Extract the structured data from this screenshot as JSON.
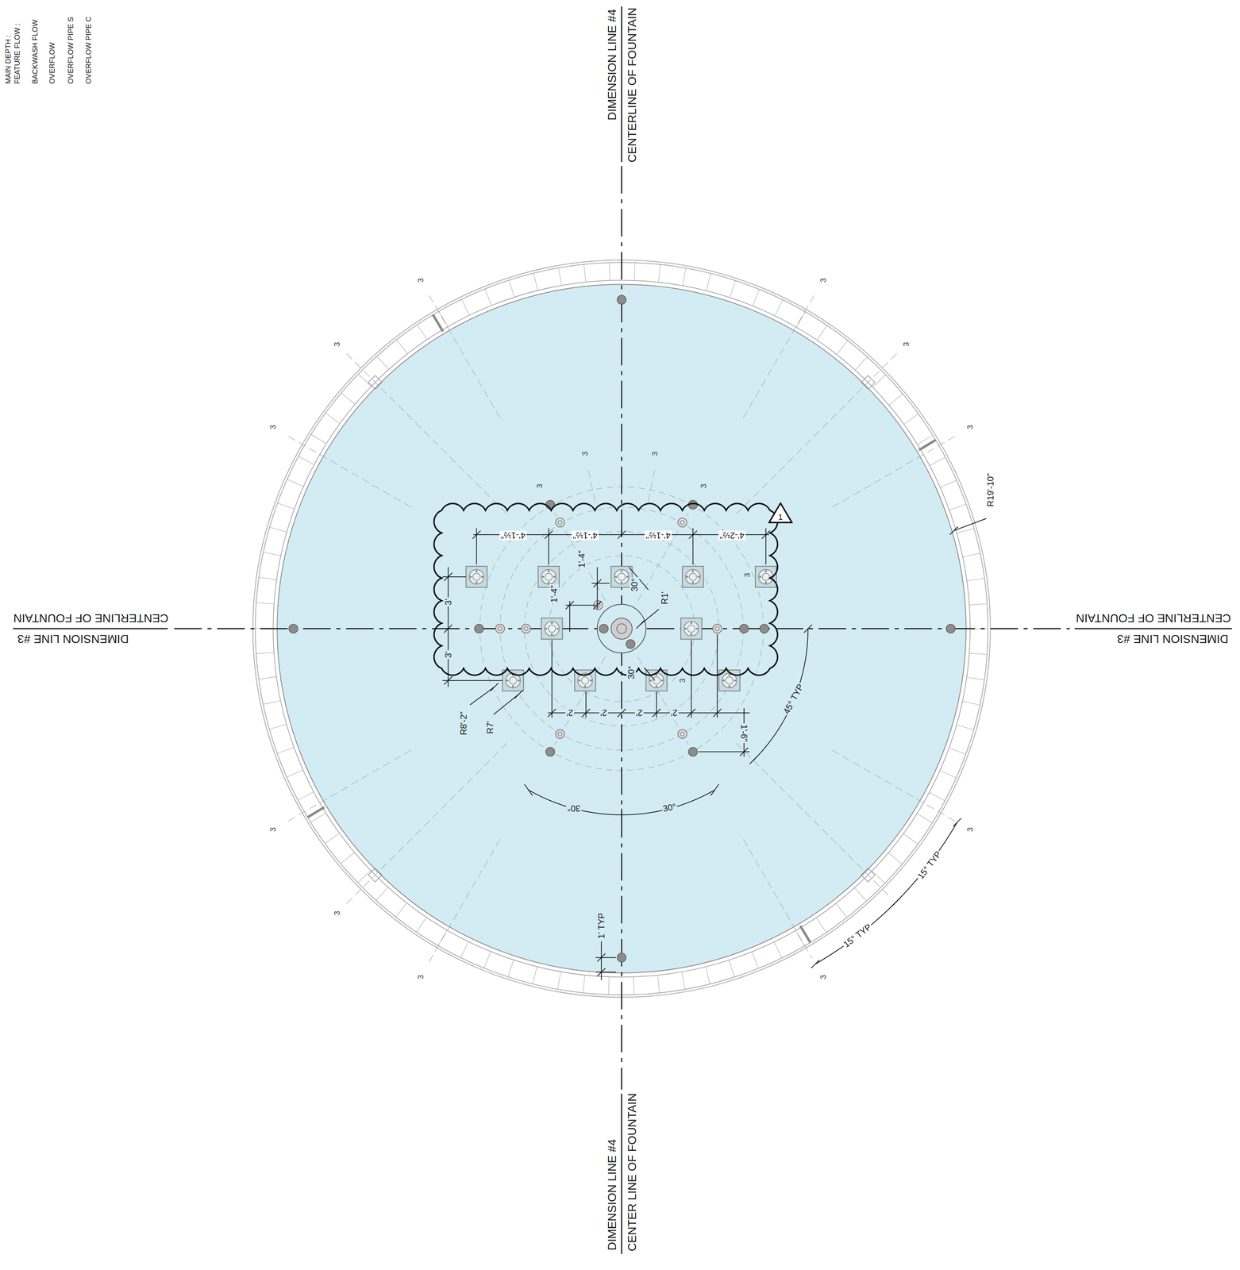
{
  "diagram": {
    "nodes": [
      {
        "text": [
          "1"
        ]
      }
    ],
    "labels": [
      "MAIN DEPTH :",
      "FEATURE FLOW :",
      "BACKWASH FLOW",
      "OVERFLOW",
      "OVERFLOW PIPE S",
      "OVERFLOW PIPE C",
      "DIMENSION LINE #4",
      "CENTERLINE OF FOUNTAIN",
      "CENTERLINE OF FOUNTAIN",
      "DIMENSION LINE #3",
      "CENTERLINE OF FOUNTAIN",
      "DIMENSION LINE #3",
      "DIMENSION LINE #4",
      "CENTER LINE OF FOUNTAIN",
      "R19'-10\"",
      "4'-1½\"",
      "4'-1½\"",
      "4'-1½\"",
      "4'-2½\"",
      "1'-4\"",
      "1'-4\"",
      "30°",
      "R1'",
      "3'",
      "3'",
      "30°",
      "R8'-2\"",
      "R7'",
      "2'",
      "2'",
      "2'",
      "2'",
      "1'-6\"",
      "45° TYP",
      "30°",
      "30°",
      "15° TYP",
      "15° TYP",
      "1' TYP",
      "3",
      "3",
      "3",
      "3",
      "3",
      "3",
      "3",
      "3",
      "3",
      "3",
      "3",
      "3",
      "3",
      "3",
      "3",
      "3",
      "3"
    ]
  }
}
